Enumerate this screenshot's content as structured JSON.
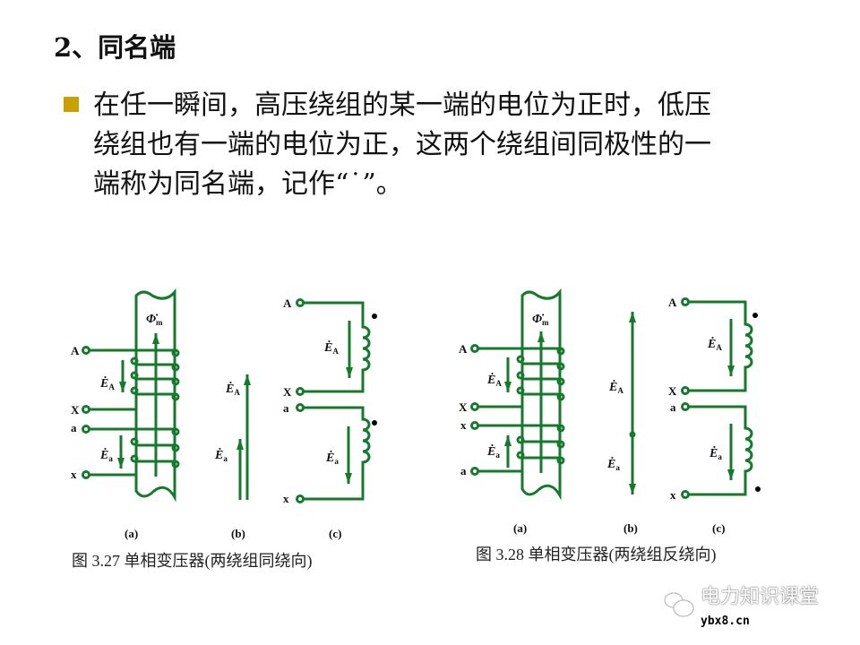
{
  "title": "2、同名端",
  "bullet_color": "#c8a000",
  "paragraph_lines": [
    "在任一瞬间，高压绕组的某一端的电位为正时，低压",
    "绕组也有一端的电位为正，这两个绕组间同极性的一",
    "端称为同名端，记作“˙”。"
  ],
  "diagram_color": "#157a2c",
  "fig1": {
    "caption": "图 3.27  单相变压器(两绕组同绕向)",
    "terminals": {
      "A": "A",
      "X": "X",
      "a": "a",
      "x": "x"
    },
    "flux": {
      "sym": "Φ̇",
      "sub": "m"
    },
    "EA": {
      "sym": "Ė",
      "sub": "A"
    },
    "Ea": {
      "sym": "Ė",
      "sub": "a"
    },
    "panels": [
      "(a)",
      "(b)",
      "(c)"
    ]
  },
  "fig2": {
    "caption": "图 3.28  单相变压器(两绕组反绕向)",
    "terminals": {
      "A": "A",
      "X": "X",
      "a": "a",
      "x": "x"
    },
    "flux": {
      "sym": "Φ̇",
      "sub": "m"
    },
    "EA": {
      "sym": "Ė",
      "sub": "A"
    },
    "Ea": {
      "sym": "Ė",
      "sub": "a"
    },
    "panels": [
      "(a)",
      "(b)",
      "(c)"
    ]
  },
  "watermark": {
    "name": "电力知识课堂",
    "site": "ybx8.cn",
    "icon": "wechat-icon"
  }
}
